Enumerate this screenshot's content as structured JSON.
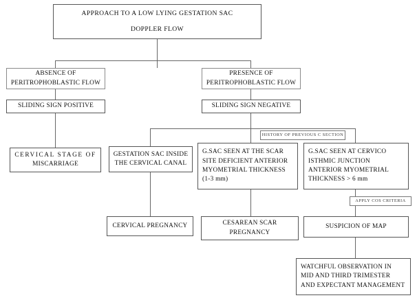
{
  "diagram": {
    "title_box": {
      "line1": "APPROACH TO A LOW LYING GESTATION SAC",
      "line2": "DOPPLER FLOW"
    },
    "branch_left": {
      "condition_line1": "ABSENCE OF",
      "condition_line2": "PERITROPHOBLASTIC FLOW",
      "sign": "SLIDING SIGN POSITIVE",
      "outcome_line1": "CERVICAL STAGE OF",
      "outcome_line2": "MISCARRIAGE"
    },
    "branch_right": {
      "condition_line1": "PRESENCE OF",
      "condition_line2": "PERITROPHOBLASTIC FLOW",
      "sign": "SLIDING SIGN NEGATIVE",
      "history_note": "HISTORY OF PREVIOUS  C SECTION",
      "criteria_note": "APPLY COS CRITERIA"
    },
    "findings": [
      {
        "id": "gestation-sac-cervical-canal",
        "line1": "GESTATION SAC INSIDE",
        "line2": "THE CERVICAL CANAL"
      },
      {
        "id": "gsac-scar-site",
        "line1": "G.SAC SEEN AT THE SCAR",
        "line2": "SITE DEFICIENT ANTERIOR",
        "line3": "MYOMETRIAL THICKNESS",
        "line4": "(1-3 mm)"
      },
      {
        "id": "gsac-cervico-isthmic",
        "line1": "G.SAC SEEN AT CERVICO",
        "line2": "ISTHMIC JUNCTION",
        "line3": "ANTERIOR MYOMETRIAL",
        "line4": "THICKNESS > 6 mm"
      }
    ],
    "diagnoses": {
      "cervical_pregnancy": "CERVICAL PREGNANCY",
      "cesarean_scar_line1": "CESAREAN SCAR",
      "cesarean_scar_line2": "PREGNANCY",
      "suspicion_map": "SUSPICION OF MAP"
    },
    "management": {
      "line1": "WATCHFUL OBSERVATION IN",
      "line2": "MID AND THIRD TRIMESTER",
      "line3": "AND EXPECTANT MANAGEMENT"
    }
  }
}
